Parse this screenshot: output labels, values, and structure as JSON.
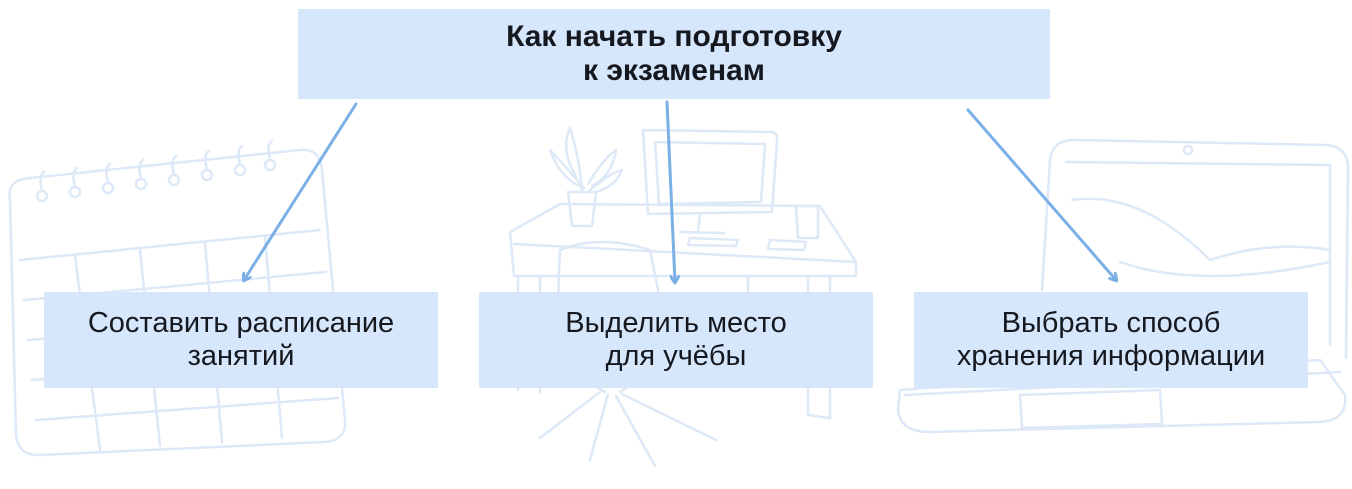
{
  "title": {
    "line1": "Как начать подготовку",
    "line2": "к экзаменам"
  },
  "steps": [
    {
      "line1": "Составить расписание",
      "line2": "занятий",
      "illustration": "calendar-sketch"
    },
    {
      "line1": "Выделить место",
      "line2": "для учёбы",
      "illustration": "desk-sketch"
    },
    {
      "line1": "Выбрать способ",
      "line2": "хранения информации",
      "illustration": "laptop-sketch"
    }
  ],
  "colors": {
    "box_fill": "#d6e6fb",
    "arrow": "#7ab0e6",
    "sketch": "#dde9f7",
    "text": "#15181e"
  }
}
